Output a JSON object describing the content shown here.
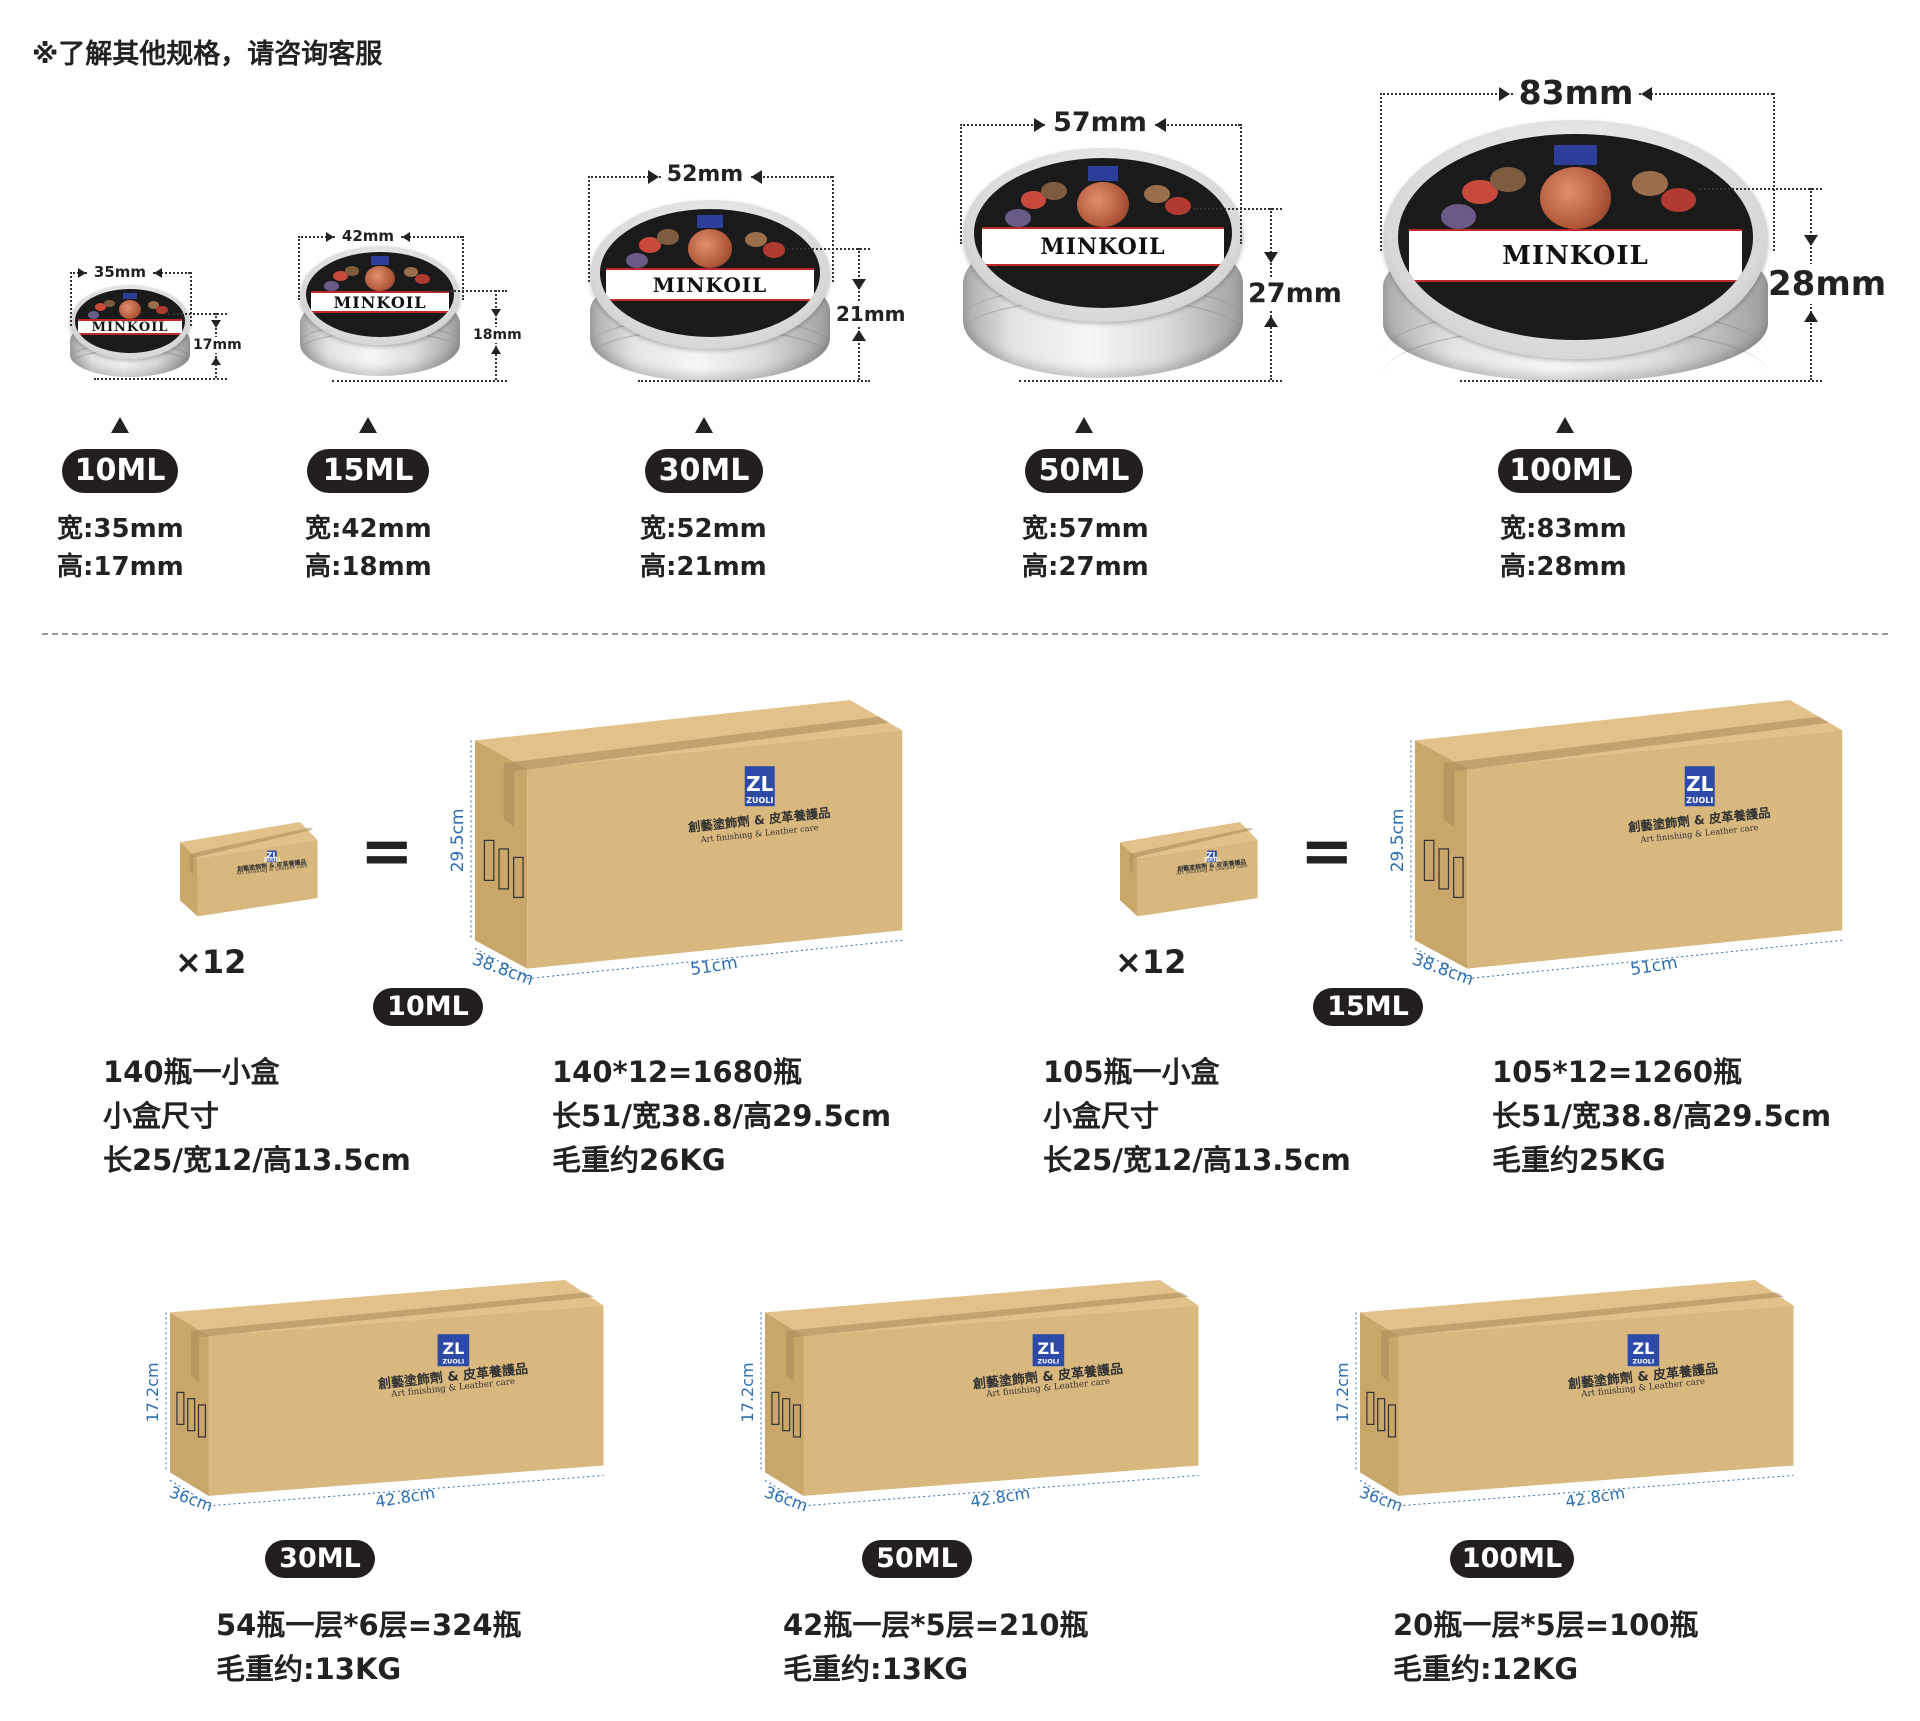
{
  "note": "※了解其他规格，请咨询客服",
  "tins": [
    {
      "volume": "10ML",
      "width_dim": "35mm",
      "height_dim": "17mm",
      "width_spec": "宽:35mm",
      "height_spec": "高:17mm",
      "band_text": "MINKOIL"
    },
    {
      "volume": "15ML",
      "width_dim": "42mm",
      "height_dim": "18mm",
      "width_spec": "宽:42mm",
      "height_spec": "高:18mm",
      "band_text": "MINKOIL"
    },
    {
      "volume": "30ML",
      "width_dim": "52mm",
      "height_dim": "21mm",
      "width_spec": "宽:52mm",
      "height_spec": "高:21mm",
      "band_text": "MINKOIL"
    },
    {
      "volume": "50ML",
      "width_dim": "57mm",
      "height_dim": "27mm",
      "width_spec": "宽:57mm",
      "height_spec": "高:27mm",
      "band_text": "MINKOIL"
    },
    {
      "volume": "100ML",
      "width_dim": "83mm",
      "height_dim": "28mm",
      "width_spec": "宽:83mm",
      "height_spec": "高:28mm",
      "band_text": "MINKOIL"
    }
  ],
  "carton_text": {
    "brand": "ZL",
    "brand_sub": "ZUOLI",
    "tagline_cn": "創藝塗飾劑 & 皮革養護品",
    "tagline_en": "Art finishing & Leather care"
  },
  "packing_top": [
    {
      "volume": "10ML",
      "multiplier": "×12",
      "equals": "=",
      "small_box": [
        "140瓶一小盒",
        "小盒尺寸",
        "长25/宽12/高13.5cm"
      ],
      "big_box": [
        "140*12=1680瓶",
        "长51/宽38.8/高29.5cm",
        "毛重约26KG"
      ],
      "dims": {
        "height": "29.5cm",
        "depth": "38.8cm",
        "length": "51cm"
      }
    },
    {
      "volume": "15ML",
      "multiplier": "×12",
      "equals": "=",
      "small_box": [
        "105瓶一小盒",
        "小盒尺寸",
        "长25/宽12/高13.5cm"
      ],
      "big_box": [
        "105*12=1260瓶",
        "长51/宽38.8/高29.5cm",
        "毛重约25KG"
      ],
      "dims": {
        "height": "29.5cm",
        "depth": "38.8cm",
        "length": "51cm"
      }
    }
  ],
  "packing_bottom": [
    {
      "volume": "30ML",
      "lines": [
        "54瓶一层*6层=324瓶",
        "毛重约:13KG"
      ],
      "dims": {
        "height": "17.2cm",
        "depth": "36cm",
        "length": "42.8cm"
      }
    },
    {
      "volume": "50ML",
      "lines": [
        "42瓶一层*5层=210瓶",
        "毛重约:13KG"
      ],
      "dims": {
        "height": "17.2cm",
        "depth": "36cm",
        "length": "42.8cm"
      }
    },
    {
      "volume": "100ML",
      "lines": [
        "20瓶一层*5层=100瓶",
        "毛重约:12KG"
      ],
      "dims": {
        "height": "17.2cm",
        "depth": "36cm",
        "length": "42.8cm"
      }
    }
  ]
}
